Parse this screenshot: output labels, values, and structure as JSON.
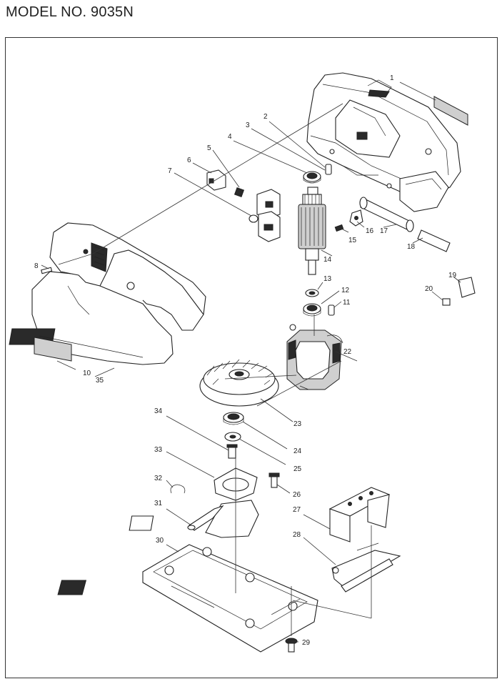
{
  "title": "MODEL NO. 9035N",
  "parts": {
    "p1": "1",
    "p2": "2",
    "p3": "3",
    "p4": "4",
    "p5": "5",
    "p6": "6",
    "p7": "7",
    "p8": "8",
    "p10": "10",
    "p11": "11",
    "p12": "12",
    "p13": "13",
    "p14": "14",
    "p15": "15",
    "p16": "16",
    "p17": "17",
    "p18": "18",
    "p19": "19",
    "p20": "20",
    "p22": "22",
    "p23": "23",
    "p24": "24",
    "p25": "25",
    "p26": "26",
    "p27": "27",
    "p28": "28",
    "p29": "29",
    "p30": "30",
    "p31": "31",
    "p32": "32",
    "p33": "33",
    "p34": "34",
    "p35": "35"
  }
}
